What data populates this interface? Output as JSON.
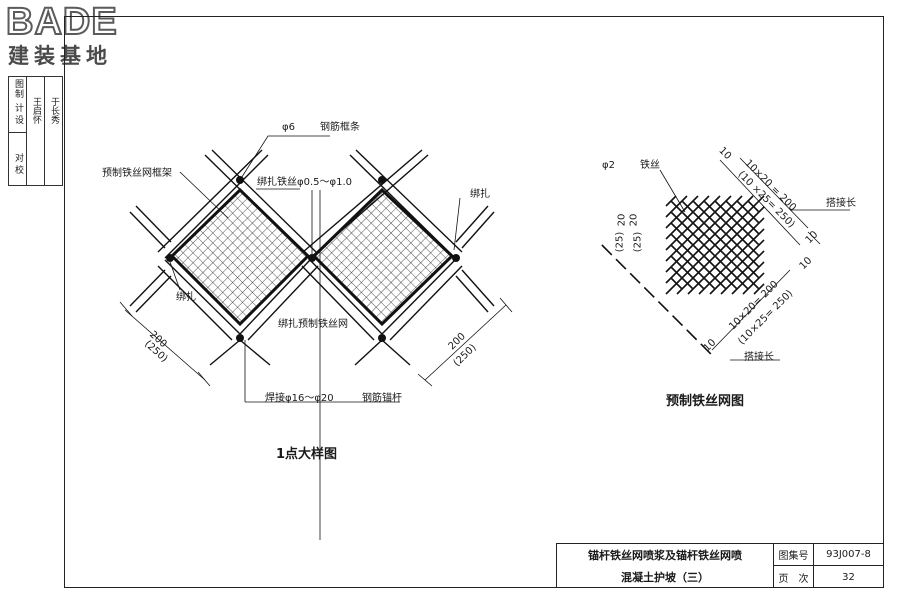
{
  "logo": {
    "brand": "BADE",
    "subtitle": "建装基地"
  },
  "side_block": {
    "col1": [
      "校",
      "对",
      "设",
      "计",
      "制",
      "图"
    ],
    "col2": "王启怀",
    "col3": "于长秀"
  },
  "detail1": {
    "labels": {
      "rebar_phi": "φ6",
      "rebar_text": "钢筋框条",
      "frame_label": "预制铁丝网框架",
      "tie_wire": "绑扎铁丝φ0.5～φ1.0",
      "tie_right": "绑扎",
      "tie_left": "绑扎",
      "prefab_tie": "绑扎预制铁丝网",
      "weld": "焊接φ16～φ20",
      "anchor_text": "钢筋锚杆",
      "dim_left": "200",
      "dim_left_paren": "(250)",
      "dim_right": "200",
      "dim_right_paren": "(250)"
    },
    "caption": "1点大样图"
  },
  "detail2": {
    "labels": {
      "wire_phi": "φ2",
      "wire_text": "铁丝",
      "top_dim1": "10×20 = 200",
      "top_dim2": "(10 ×25= 250)",
      "top_ten": "10",
      "side_20a": "20",
      "side_20b": "20",
      "side_25a": "(25)",
      "side_25b": "(25)",
      "lap_top": "搭接长",
      "lap_ten_a": "10",
      "lap_ten_b": "10",
      "bot_dim1": "10×20= 200",
      "bot_dim2": "(10×25= 250)",
      "bot_ten": "10",
      "lap_bottom": "搭接长"
    },
    "caption": "预制铁丝网图"
  },
  "title_block": {
    "title_line1": "锚杆铁丝网喷浆及锚杆铁丝网喷",
    "title_line2": "混凝土护坡（三）",
    "atlas_label": "图集号",
    "atlas_value": "93J007-8",
    "page_label": "页　次",
    "page_value": "32"
  }
}
